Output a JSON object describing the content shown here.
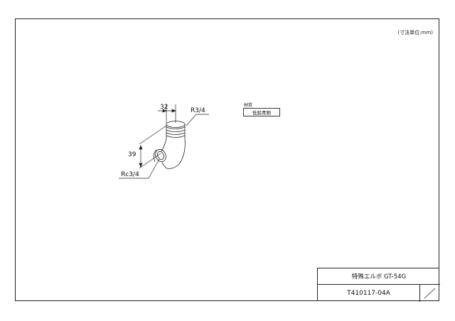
{
  "unit_note": "(寸法単位:mm)",
  "material": {
    "label": "材質",
    "value": "低鉛青銅"
  },
  "dimensions": {
    "width": "32",
    "height": "39",
    "male_thread": "R3/4",
    "female_thread": "Rc3/4"
  },
  "title_block": {
    "product_name": "特殊エルボ GT-54G",
    "drawing_number": "T410117-04A"
  }
}
